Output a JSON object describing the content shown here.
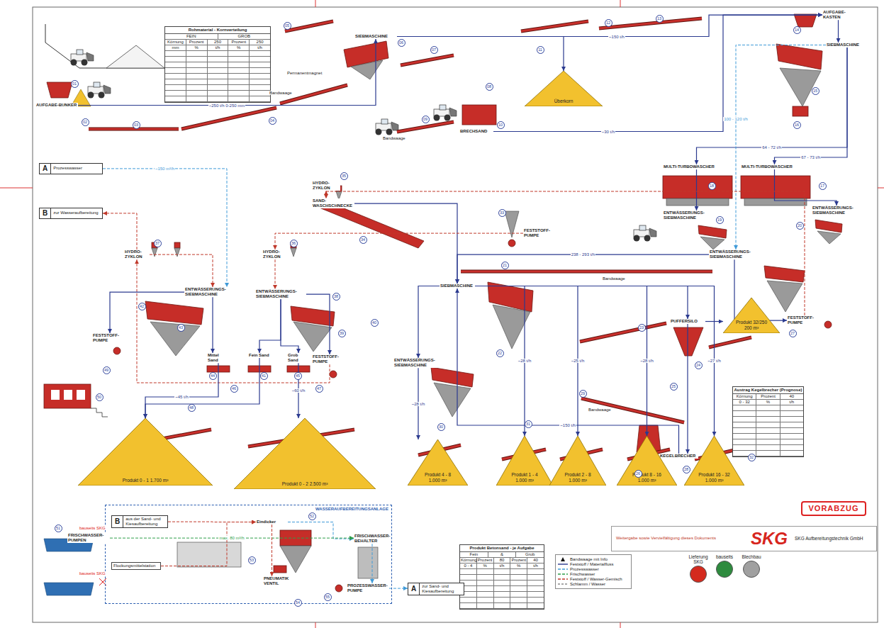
{
  "diagram": {
    "nodes": [
      {
        "text": [
          "Rohmaterial - Kornverteilung",
          "FEIN",
          "GROB",
          "Körnung",
          "Prozent",
          "250",
          "Prozent",
          "250",
          "mm",
          "%",
          "t/h",
          "%",
          "t/h"
        ]
      },
      {
        "text": [
          "AUFGABE-BUNKER"
        ]
      },
      {
        "text": [
          "SIEBMASCHINE"
        ]
      },
      {
        "text": [
          "BRECHSAND"
        ]
      },
      {
        "text": [
          "Überkorn"
        ]
      },
      {
        "text": [
          "AUFGABE-KASTEN"
        ]
      },
      {
        "text": [
          "SIEBMASCHINE"
        ]
      },
      {
        "text": [
          "MULTI-TURBOWASCHER"
        ]
      },
      {
        "text": [
          "MULTI-TURBOWASCHER"
        ]
      },
      {
        "text": [
          "ENTWÄSSERUNGS-SIEBMASCHINE"
        ]
      },
      {
        "text": [
          "ENTWÄSSERUNGS-SIEBMASCHINE"
        ]
      },
      {
        "text": [
          "SAND-WASCHSCHNECKE"
        ]
      },
      {
        "text": [
          "HYDRO-ZYKLON"
        ]
      },
      {
        "text": [
          "HYDRO-ZYKLON"
        ]
      },
      {
        "text": [
          "HYDRO-ZYKLON"
        ]
      },
      {
        "text": [
          "ENTWÄSSERUNGS-SIEBMASCHINE"
        ]
      },
      {
        "text": [
          "FESTSTOFF-PUMPE"
        ]
      },
      {
        "text": [
          "ENTWÄSSERUNGS-SIEBMASCHINE"
        ]
      },
      {
        "text": [
          "FESTSTOFF-PUMPE"
        ]
      },
      {
        "text": [
          "FESTSTOFF-PUMPE"
        ]
      },
      {
        "text": [
          "FESTSTOFF-PUMPE"
        ]
      },
      {
        "text": [
          "ENTWÄSSERUNGS-SIEBMASCHINE"
        ]
      },
      {
        "text": [
          "SIEBMASCHINE"
        ]
      },
      {
        "text": [
          "ENTWÄSSERUNGS-SIEBMASCHINE"
        ]
      },
      {
        "text": [
          "PUFFERSILO"
        ]
      },
      {
        "text": [
          "KEGELBRECHER"
        ]
      },
      {
        "text": [
          "Mittel Sand"
        ]
      },
      {
        "text": [
          "Fein Sand"
        ]
      },
      {
        "text": [
          "Grob Sand"
        ]
      },
      {
        "text": [
          "Produkt 0 - 1 1.700 m³"
        ]
      },
      {
        "text": [
          "Produkt 0 - 2 2.500 m³"
        ]
      },
      {
        "text": [
          "Produkt 4 - 8 1.000 m³"
        ]
      },
      {
        "text": [
          "Produkt 1 - 4 1.000 m³"
        ]
      },
      {
        "text": [
          "Produkt 2 - 8 1.000 m³"
        ]
      },
      {
        "text": [
          "Produkt 8 - 16 1.000 m³"
        ]
      },
      {
        "text": [
          "Produkt 16 - 32 1.000 m³"
        ]
      },
      {
        "text": [
          "Produkt 32/250 200 m³"
        ]
      },
      {
        "text": [
          "Austrag Kegelbrecher (Prognose)",
          "Körnung",
          "Prozent",
          "40",
          "0 - 32",
          "%",
          "t/h"
        ]
      },
      {
        "text": [
          "Produkt Betonsand - je Aufgabe",
          "Fein",
          "&",
          "Grob",
          "Körnung",
          "Prozent",
          "80",
          "Prozent",
          "40",
          "0 - 4",
          "%",
          "t/h",
          "%",
          "t/h"
        ]
      },
      {
        "text": [
          "WASSERAUFBEREITUNGSANLAGE"
        ]
      },
      {
        "text": [
          "B",
          "aus der Sand- und Kiesaufbereitung"
        ],
        "in": 39
      },
      {
        "text": [
          "Flockungsmittelstation"
        ],
        "in": 39
      },
      {
        "text": [
          "Eindicker"
        ],
        "in": 39
      },
      {
        "text": [
          "PNEUMATIK VENTIL"
        ],
        "in": 39
      },
      {
        "text": [
          "FRISCHWASSER-BEHÄLTER"
        ],
        "in": 39
      },
      {
        "text": [
          "PROZESSWASSER-PUMPE"
        ],
        "in": 39
      },
      {
        "text": [
          "A",
          "zur Sand- und Kiesaufbereitung"
        ]
      },
      {
        "text": [
          "FRISCHWASSER-PUMPEN"
        ]
      },
      {
        "text": [
          "A",
          "Prozesswasser"
        ]
      },
      {
        "text": [
          "B",
          "zur Wasseraufbereitung"
        ]
      },
      {
        "text": [
          "VORABZUG"
        ]
      },
      {
        "text": [
          "Weitergabe sowie Vervielfältigung dieses Dokuments",
          "SKG",
          "SKG Aufbereitungstechnik GmbH"
        ]
      }
    ],
    "edges": [
      {
        "from": 1,
        "to": 2,
        "arrow": "to",
        "label": "~250 t/h 0-250 mm"
      },
      {
        "from": 2,
        "to": 4,
        "arrow": "to"
      },
      {
        "from": 2,
        "to": 5,
        "arrow": "to",
        "label": "~150 t/h"
      },
      {
        "from": 3,
        "to": 5,
        "arrow": "to",
        "label": "~30 t/h"
      },
      {
        "from": 5,
        "to": 6,
        "arrow": "to"
      },
      {
        "from": 6,
        "to": 7,
        "arrow": "to",
        "label": "64 - 72 t/h"
      },
      {
        "from": 6,
        "to": 8,
        "arrow": "to",
        "label": "67 - 73 t/h"
      },
      {
        "from": 7,
        "to": 9,
        "arrow": "to"
      },
      {
        "from": 8,
        "to": 10,
        "arrow": "to"
      },
      {
        "from": 6,
        "to": 21,
        "arrow": "to",
        "label": "100 - 120 t/h"
      },
      {
        "from": 21,
        "to": 20,
        "arrow": "to"
      },
      {
        "from": 21,
        "to": 22,
        "arrow": "to",
        "label": "238 - 293 t/h"
      },
      {
        "from": 22,
        "to": 24,
        "arrow": "to"
      },
      {
        "from": 24,
        "to": 25,
        "arrow": "to"
      },
      {
        "from": 24,
        "to": 36,
        "arrow": "to"
      },
      {
        "from": 25,
        "to": 22,
        "arrow": "to",
        "label": "~150 t/h"
      },
      {
        "from": 22,
        "to": 23,
        "arrow": "to"
      },
      {
        "from": 22,
        "to": 32,
        "arrow": "to",
        "label": "~28 t/h"
      },
      {
        "from": 22,
        "to": 33,
        "arrow": "to",
        "label": "~25 t/h"
      },
      {
        "from": 22,
        "to": 34,
        "arrow": "to",
        "label": "~28 t/h"
      },
      {
        "from": 22,
        "to": 35,
        "arrow": "to",
        "label": "~27 t/h"
      },
      {
        "from": 23,
        "to": 31,
        "arrow": "to",
        "label": "~28 t/h"
      },
      {
        "from": 20,
        "to": 12,
        "arrow": "to"
      },
      {
        "from": 12,
        "to": 11,
        "arrow": "to"
      },
      {
        "from": 11,
        "to": 22,
        "arrow": "to"
      },
      {
        "from": 19,
        "to": 14,
        "arrow": "to"
      },
      {
        "from": 14,
        "to": 17,
        "arrow": "to"
      },
      {
        "from": 17,
        "to": 18,
        "arrow": "to"
      },
      {
        "from": 18,
        "to": 13,
        "arrow": "to"
      },
      {
        "from": 13,
        "to": 15,
        "arrow": "to"
      },
      {
        "from": 15,
        "to": 16,
        "arrow": "to"
      },
      {
        "from": 15,
        "to": 26,
        "arrow": "to"
      },
      {
        "from": 17,
        "to": 27,
        "arrow": "to"
      },
      {
        "from": 17,
        "to": 28,
        "arrow": "to"
      },
      {
        "from": 26,
        "to": 29,
        "arrow": "to",
        "label": "~45 t/h"
      },
      {
        "from": 27,
        "to": 29,
        "arrow": "to"
      },
      {
        "from": 28,
        "to": 30,
        "arrow": "to",
        "label": "~60 t/h"
      },
      {
        "from": 48,
        "to": 15,
        "arrow": "to",
        "label": "~150 m³/h"
      },
      {
        "from": 13,
        "to": 49,
        "arrow": "to"
      },
      {
        "from": 40,
        "to": 42,
        "arrow": "to"
      },
      {
        "from": 41,
        "to": 42,
        "arrow": "to"
      },
      {
        "from": 42,
        "to": 44,
        "arrow": "to"
      },
      {
        "from": 44,
        "to": 45,
        "arrow": "to"
      },
      {
        "from": 45,
        "to": 46,
        "arrow": "to"
      },
      {
        "from": 47,
        "to": 44,
        "arrow": "to",
        "label": "max. 80 m³/h"
      },
      {
        "from": 42,
        "to": 43,
        "arrow": "to"
      }
    ],
    "labels": [
      "01",
      "02",
      "03",
      "04",
      "05",
      "06",
      "07",
      "08",
      "09",
      "10",
      "11",
      "12",
      "13",
      "14",
      "15",
      "16",
      "17",
      "18",
      "19",
      "20",
      "21",
      "22",
      "23",
      "24",
      "25",
      "26",
      "27",
      "28",
      "29",
      "30",
      "31",
      "32",
      "33",
      "34",
      "35",
      "36",
      "37",
      "38",
      "39",
      "40",
      "41",
      "42",
      "43",
      "44",
      "45",
      "46",
      "47",
      "48",
      "49",
      "50",
      "51",
      "52",
      "53",
      "54",
      "55",
      "Permanentmagnet",
      "Bandwaage",
      "Bandwaage",
      "Bandwaage",
      "Bandwaage",
      "bauseits SKG",
      "bauseits SKG"
    ],
    "legend": [
      {
        "text": "Lieferung SKG",
        "color": "#d42a1e"
      },
      {
        "text": "bauseits",
        "color": "#2e8b3e"
      },
      {
        "text": "Blechbau",
        "color": "#a0a0a0"
      },
      {
        "text": "Bandwaage mit Info"
      },
      {
        "text": "Feststoff / Materialfluss"
      },
      {
        "text": "Prozesswasser"
      },
      {
        "text": "Frischwasser"
      },
      {
        "text": "Feststoff / Wasser-Gemisch"
      },
      {
        "text": "Schlamm / Wasser"
      }
    ]
  }
}
